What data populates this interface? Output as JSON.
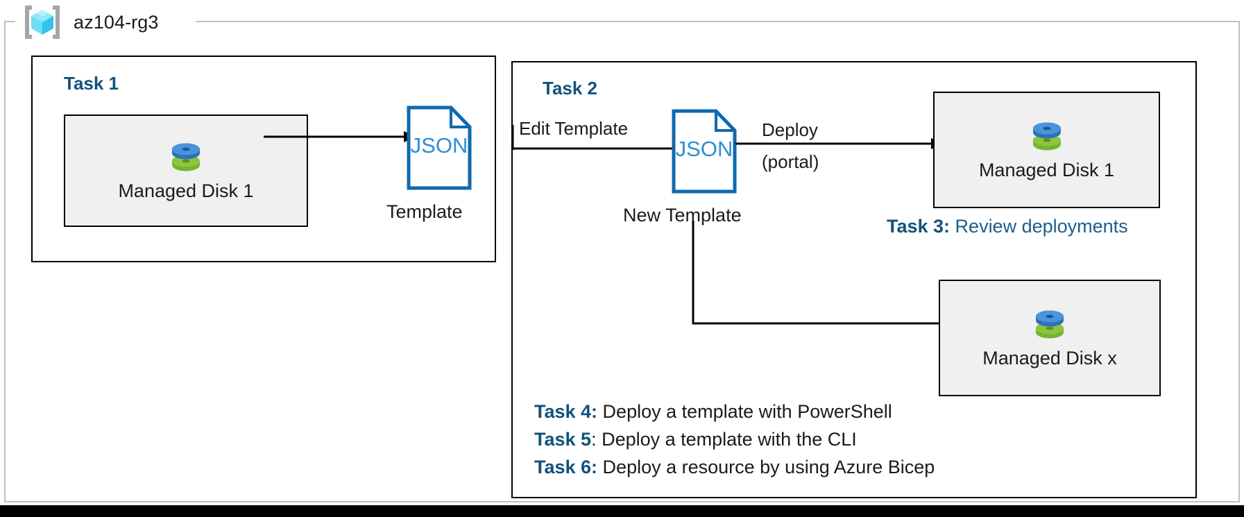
{
  "resource_group": {
    "name": "az104-rg3",
    "icon": "resource-group-cube-icon"
  },
  "tasks": {
    "task1": {
      "heading": "Task 1"
    },
    "task2": {
      "heading": "Task 2"
    },
    "task3": {
      "tag": "Task 3:",
      "body": " Review deployments"
    },
    "task4": {
      "tag": "Task 4:",
      "body": " Deploy a template with PowerShell"
    },
    "task5": {
      "tag": "Task 5",
      "body": ": Deploy a template with the CLI"
    },
    "task6": {
      "tag": "Task 6:",
      "body": " Deploy a resource by using Azure Bicep"
    }
  },
  "resources": {
    "disk1": {
      "label": "Managed Disk 1",
      "icon": "managed-disk-icon"
    },
    "disk1_deployed": {
      "label": "Managed Disk 1",
      "icon": "managed-disk-icon"
    },
    "diskx": {
      "label": "Managed Disk x",
      "icon": "managed-disk-icon"
    }
  },
  "documents": {
    "template": {
      "file_type": "JSON",
      "caption": "Template",
      "icon": "json-file-icon"
    },
    "new_template": {
      "file_type": "JSON",
      "caption": "New Template",
      "icon": "json-file-icon"
    }
  },
  "edges": {
    "export": {
      "label": ""
    },
    "edit": {
      "label": "Edit Template"
    },
    "deploy_top": {
      "label": "Deploy"
    },
    "deploy_bottom": {
      "label": "(portal)"
    }
  },
  "colors": {
    "task_blue": "#13517d",
    "task3_body_blue": "#1b5e8c",
    "json_blue": "#1169ad",
    "disk_blue": "#3f8fd8",
    "disk_green": "#6fb22c",
    "cube_cyan": "#5fdcf5",
    "box_fill": "#f0f0f0",
    "frame_gray": "#bfbfbf",
    "outline_black": "#000000"
  }
}
